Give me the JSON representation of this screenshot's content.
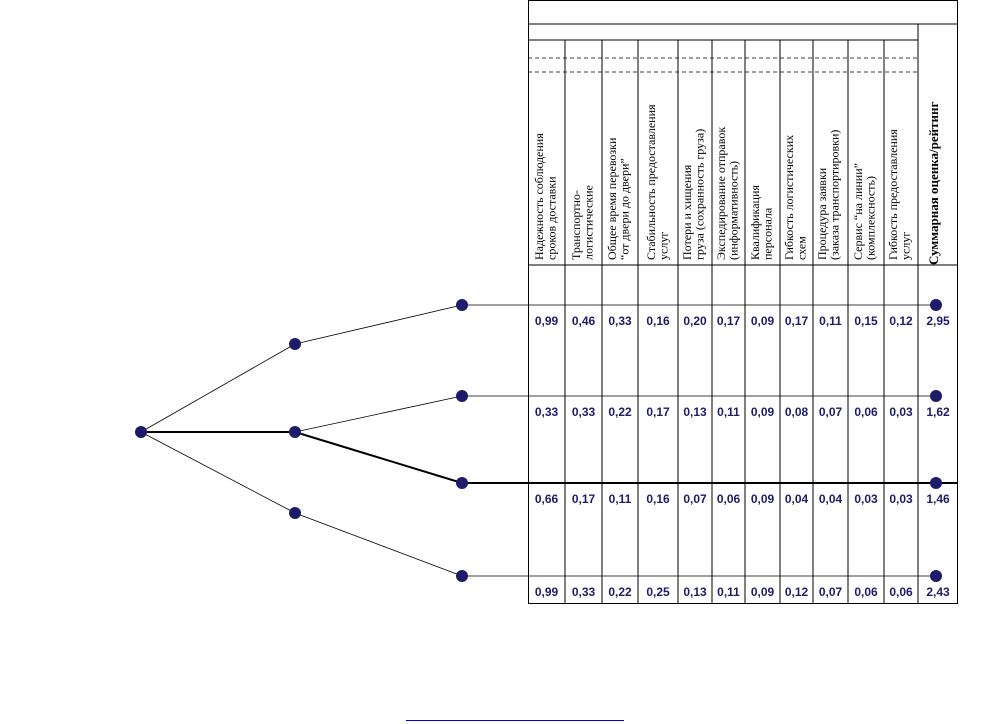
{
  "criteria": [
    "Надежность соблюдения\nсроков доставки",
    "Транспортно-логистические",
    "Общее время перевозки\n“от двери до двери”",
    "Стабильность предоставления\nуслуг",
    "Потери и хищения\nгруза (сохранность груза)",
    "Экспедирование отправок\n(информативность)",
    "Квалификация\nперсонала",
    "Гибкость логистических\nсхем",
    "Процедура заявки\n(заказа транспортировки)",
    "Сервис “на линии”\n(комплексность)",
    "Гибкость предоставления\nуслуг"
  ],
  "summary_header": "Суммарная оценка/рейтинг",
  "rows": [
    {
      "values": [
        "0,99",
        "0,46",
        "0,33",
        "0,16",
        "0,20",
        "0,17",
        "0,09",
        "0,17",
        "0,11",
        "0,15",
        "0,12"
      ],
      "total": "2,95"
    },
    {
      "values": [
        "0,33",
        "0,33",
        "0,22",
        "0,17",
        "0,13",
        "0,11",
        "0,09",
        "0,08",
        "0,07",
        "0,06",
        "0,03"
      ],
      "total": "1,62"
    },
    {
      "values": [
        "0,66",
        "0,17",
        "0,11",
        "0,16",
        "0,07",
        "0,06",
        "0,09",
        "0,04",
        "0,04",
        "0,03",
        "0,03"
      ],
      "total": "1,46"
    },
    {
      "values": [
        "0,99",
        "0,33",
        "0,22",
        "0,25",
        "0,13",
        "0,11",
        "0,09",
        "0,12",
        "0,07",
        "0,06",
        "0,06"
      ],
      "total": "2,43"
    }
  ],
  "colors": {
    "node": "#1c1c6b",
    "value_text": "#1c1c6b",
    "lines": "#000000",
    "link": "#0000ee"
  }
}
